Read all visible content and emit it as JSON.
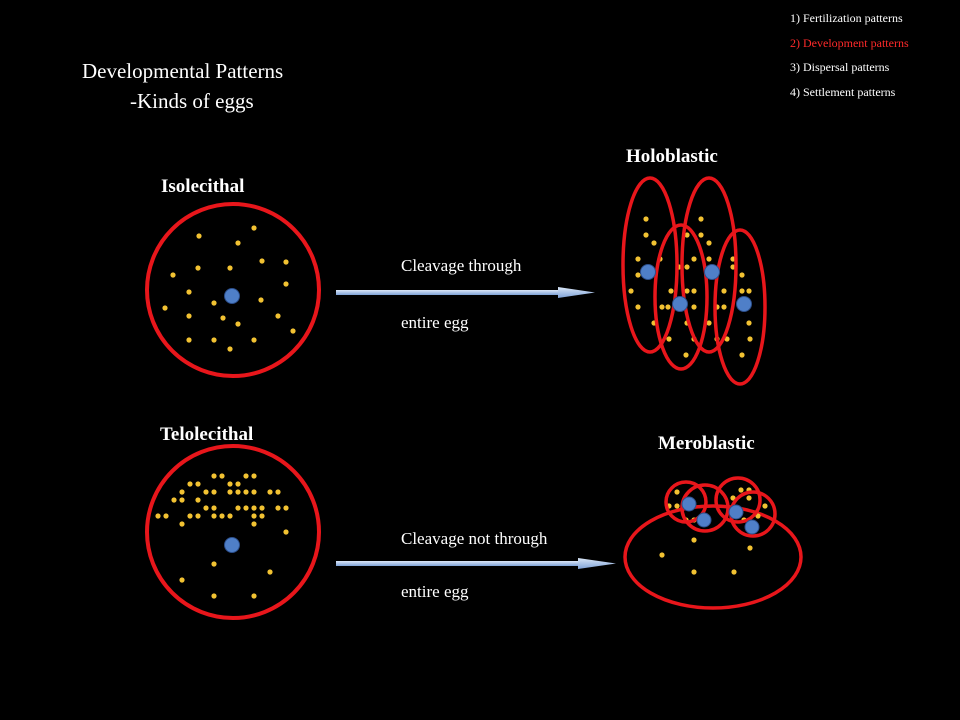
{
  "title": {
    "line1": "Developmental Patterns",
    "line2": "-Kinds of eggs"
  },
  "outline": {
    "items": [
      {
        "label": "1) Fertilization patterns",
        "active": false
      },
      {
        "label": "2) Development patterns",
        "active": true
      },
      {
        "label": "3) Dispersal patterns",
        "active": false
      },
      {
        "label": "4) Settlement patterns",
        "active": false
      }
    ],
    "active_color": "#ff2a2a",
    "inactive_color": "#ffffff"
  },
  "eggs": {
    "isolecithal": "Isolecithal",
    "telolecithal": "Telolecithal",
    "holoblastic": "Holoblastic",
    "meroblastic": "Meroblastic"
  },
  "arrows": {
    "top": {
      "line1": "Cleavage  through",
      "line2": "entire egg"
    },
    "bottom": {
      "line1": "Cleavage  not  through",
      "line2": "entire egg"
    }
  },
  "colors": {
    "membrane": "#e8161b",
    "yolk": "#f2c232",
    "nucleus": "#4f7fc8",
    "arrow": "#a8c4ea"
  }
}
